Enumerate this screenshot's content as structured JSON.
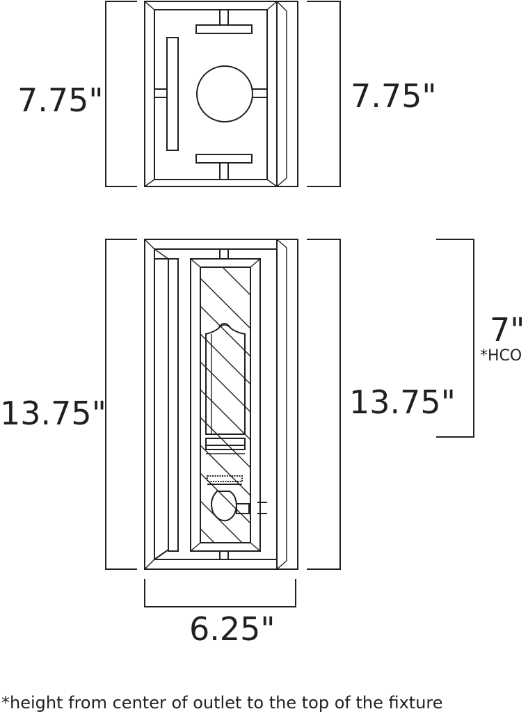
{
  "dimensions": {
    "top_left": "7.75\"",
    "top_right": "7.75\"",
    "front_left": "13.75\"",
    "front_right": "13.75\"",
    "width": "6.25\"",
    "hco_value": "7\"",
    "hco_label": "*HCO"
  },
  "footnote": "*height from center of outlet to the top of the fixture"
}
